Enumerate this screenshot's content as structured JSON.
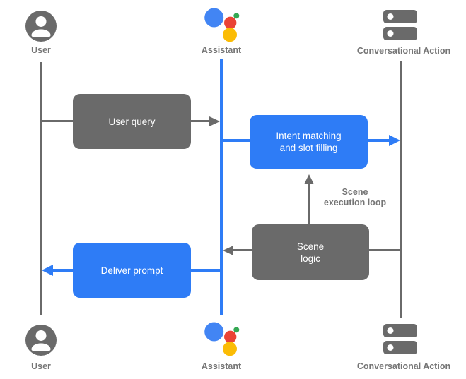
{
  "colors": {
    "box_gray": "#6a6a6a",
    "box_blue": "#2e7cf6",
    "label_gray": "#757575",
    "logo_blue": "#4285f4",
    "logo_green": "#34a853",
    "logo_red": "#ea4335",
    "logo_yellow": "#fbbc05",
    "box_text": "#ffffff"
  },
  "actors": {
    "user_top": {
      "label": "User"
    },
    "assistant_top": {
      "label": "Assistant"
    },
    "action_top": {
      "label": "Conversational Action"
    },
    "user_bottom": {
      "label": "User"
    },
    "assistant_bottom": {
      "label": "Assistant"
    },
    "action_bottom": {
      "label": "Conversational Action"
    }
  },
  "boxes": {
    "user_query": {
      "label": "User query"
    },
    "intent_matching": {
      "lines": [
        "Intent matching",
        "and slot filling"
      ]
    },
    "scene_logic": {
      "lines": [
        "Scene",
        "logic"
      ]
    },
    "deliver_prompt": {
      "label": "Deliver prompt"
    }
  },
  "annotations": {
    "scene_execution_loop": {
      "lines": [
        "Scene",
        "execution loop"
      ]
    }
  }
}
